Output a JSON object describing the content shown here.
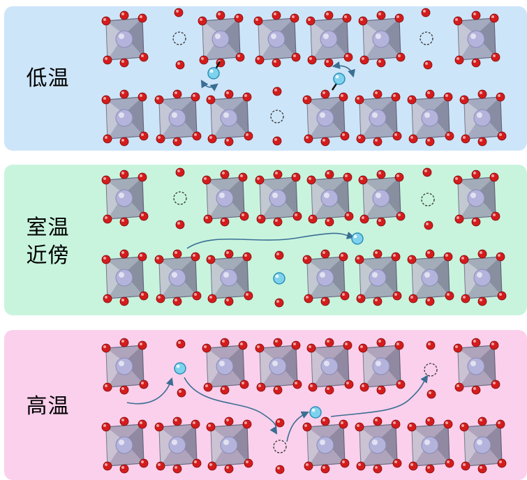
{
  "panels": [
    {
      "id": "low",
      "label": [
        "低温"
      ],
      "color": "#2c7cb6",
      "bg": "#cde5f9"
    },
    {
      "id": "room",
      "label": [
        "室温",
        "近傍"
      ],
      "color": "#19a55e",
      "bg": "#c8f4de"
    },
    {
      "id": "high",
      "label": [
        "高温"
      ],
      "color": "#e0284f",
      "bg": "#fbd0ec"
    }
  ],
  "colors": {
    "octahedron_face": "#9696ac",
    "octahedron_edge": "#6a6a80",
    "center_atom": "#b3b3dc",
    "oxygen": "#d41c1c",
    "mobile_ion": "#7fd2ee",
    "arrow": "#3a6e92",
    "vacancy_outline": "#333333"
  },
  "icons": {
    "oxygen": "red-oxygen-atom-icon",
    "octahedron": "metal-oxygen-octahedron-icon",
    "vacancy": "dashed-vacancy-circle-icon",
    "mobile_ion": "cyan-mobile-ion-icon",
    "hop_arrow": "curved-hop-arrow-icon",
    "vibration_arrow": "double-headed-vibration-arrow-icon"
  }
}
